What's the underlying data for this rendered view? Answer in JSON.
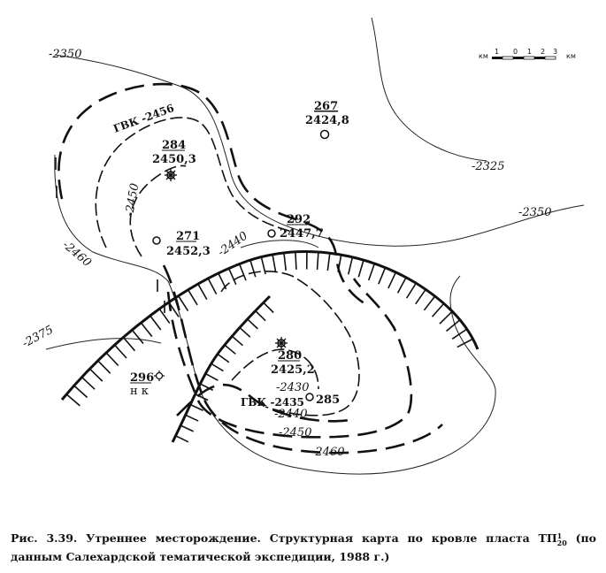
{
  "caption": {
    "prefix": "Рис. 3.39. Утреннее месторождение. Структурная карта по кровле пласта",
    "formation": "ТП",
    "formation_sup": "1",
    "formation_sub": "20",
    "suffix": "(по данным Салехардской тематической экспедиции, 1988 г.)"
  },
  "scale_bar": {
    "unit_left": "км",
    "ticks": [
      "1",
      "0",
      "1",
      "2",
      "3"
    ],
    "unit_right": "км"
  },
  "contour_labels": {
    "c2350_left": "-2350",
    "c2350_right": "-2350",
    "c2325": "-2325",
    "c2375": "-2375",
    "c2460_left": "-2460",
    "c2460_bottom": "-2460",
    "c2450_left": "-2450",
    "c2450_bottom": "-2450",
    "c2440_top": "-2440",
    "c2440_bottom": "-2440",
    "c2430": "-2430"
  },
  "gvk": {
    "north": "ГВК -2456",
    "south": "ГВК -2435"
  },
  "wells": [
    {
      "id": "267",
      "value": "2424,8"
    },
    {
      "id": "284",
      "value": "2450,3"
    },
    {
      "id": "271",
      "value": "2452,3"
    },
    {
      "id": "292",
      "value": "2447,7"
    },
    {
      "id": "280",
      "value": "2425,2"
    },
    {
      "id": "296",
      "value": "н к"
    },
    {
      "id": "285",
      "value": ""
    }
  ]
}
